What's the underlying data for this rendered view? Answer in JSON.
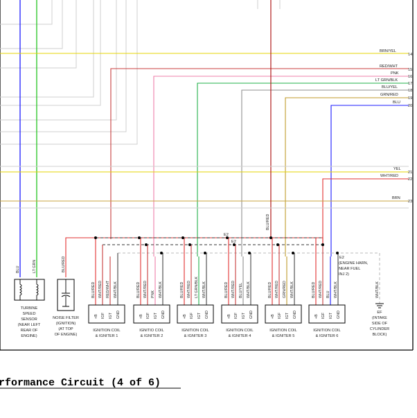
{
  "wire_labels": {
    "brn_yel": "BRN/YEL",
    "brn_yel_n": "14",
    "red_wht": "RED/WHT",
    "red_wht_n": "15",
    "pnk": "PNK",
    "pnk_n": "16",
    "lt_grn_blk": "LT GRN/BLK",
    "lt_grn_blk_n": "17",
    "blu_yel": "BLU/YEL",
    "blu_yel_n": "18",
    "grn_red": "GRN/RED",
    "grn_red_n": "19",
    "blu": "BLU",
    "blu_n": "20",
    "yel": "YEL",
    "yel_n": "21",
    "wht_red": "WHT/RED",
    "wht_red_n": "22",
    "brn": "BRN",
    "brn_n": "23"
  },
  "splice": {
    "e2_top": "E2",
    "e2_mid": "E2",
    "e2_right": "E2"
  },
  "engine_harness": {
    "line1": "(ENGINE HARN,",
    "line2": "NEAR FUEL",
    "line3": "INJ 2)"
  },
  "sensor": {
    "wire_a": "BLU",
    "wire_b": "LT GRN",
    "caption": [
      "TURBINE",
      "SPEED",
      "SENSOR",
      "(NEAR LEFT",
      "REAR OF",
      "ENGINE)"
    ]
  },
  "noise_filter": {
    "wire": "BLU/RED",
    "caption": [
      "NOISE FILTER",
      "(IGNITION)",
      "(AT TOP",
      "OF ENGINE)"
    ]
  },
  "pins": [
    "+B",
    "IGF",
    "IGT",
    "GND"
  ],
  "coils": [
    {
      "wires": [
        "BLU/RED",
        "WHT/RED",
        "RED/WHT",
        "WHT/BLK"
      ],
      "caption1": "IGNITION COIL",
      "caption2": "& IGNITER 1"
    },
    {
      "wires": [
        "BLU/RED",
        "WHT/RED",
        "PNK",
        "WHT/BLK"
      ],
      "caption1": "IGNITIO COIL",
      "caption2": "& IGNITER 2"
    },
    {
      "wires": [
        "BLU/RED",
        "WHT/RED",
        "LT GRN/BLK",
        "WHT/BLK"
      ],
      "caption1": "IGNITION COIL",
      "caption2": "& IGNITER 3"
    },
    {
      "wires": [
        "BLU/RED",
        "WHT/RED",
        "BLU/YEL",
        "WHT/BLK"
      ],
      "caption1": "IGNITION COIL",
      "caption2": "& IGNITER 4"
    },
    {
      "wires": [
        "BLU/RED",
        "WHT/RED",
        "GRN/RED",
        "WHT/BLK"
      ],
      "caption1": "IGNITION COIL",
      "caption2": "& IGNITER 5"
    },
    {
      "wires": [
        "BLU/RED",
        "WHT/RED",
        "BLU",
        "WHT/BLK"
      ],
      "caption1": "IGNITION COIL",
      "caption2": "& IGNITER 6"
    }
  ],
  "bus_label": "BLU/RED",
  "ground": {
    "wire": "WHT/BLK",
    "tag": "EF",
    "caption": [
      "(INTAKE",
      "SIDE OF",
      "CYLINDER",
      "BLOCK)"
    ]
  },
  "title": "rformance Circuit (4 of 6)",
  "colors": {
    "blu": "#1a1aff",
    "grn": "#22c41e",
    "yel": "#e6d400",
    "red": "#e23030",
    "redwht": "#c83c3c",
    "pnk": "#ef7fa8",
    "ltgrn": "#22b04a",
    "gray": "#8f8f8f",
    "olive": "#c09a2a",
    "brn": "#c8a640",
    "darkred": "#b01a1a",
    "lightgray": "#cfcfcf"
  }
}
